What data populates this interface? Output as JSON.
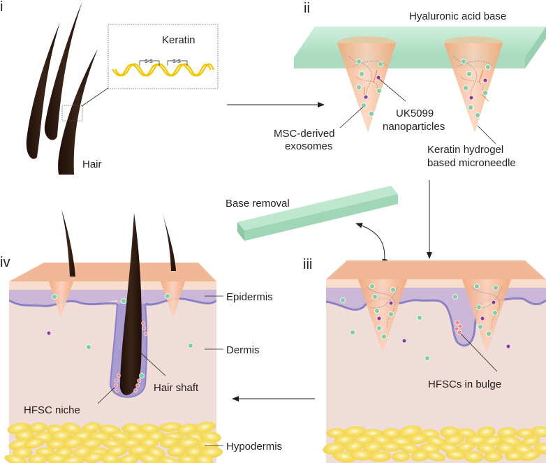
{
  "panels": {
    "i": "i",
    "ii": "ii",
    "iii": "iii",
    "iv": "iv"
  },
  "panel_i": {
    "keratin_title": "Keratin",
    "disulfide_label_1": "S-S",
    "disulfide_label_2": "S-S",
    "hair_label": "Hair"
  },
  "panel_ii": {
    "base_label": "Hyaluronic acid base",
    "nanoparticles_label_1": "UK5099",
    "nanoparticles_label_2": "nanoparticles",
    "exosomes_label_1": "MSC-derived",
    "exosomes_label_2": "exosomes",
    "microneedle_label_1": "Keratin  hydrogel",
    "microneedle_label_2": "based microneedle"
  },
  "panel_iii": {
    "base_removal_label": "Base removal",
    "bulge_label": "HFSCs in bulge"
  },
  "panel_iv": {
    "epidermis_label": "Epidermis",
    "dermis_label": "Dermis",
    "hypodermis_label": "Hypodermis",
    "hair_shaft_label": "Hair shaft",
    "niche_label": "HFSC  niche"
  },
  "colors": {
    "hair": "#2a1710",
    "keratin": "#f2c500",
    "ha_base": "#a8dcc0",
    "needle": "#f4b48c",
    "skin_top": "#f0b896",
    "epidermis": "#cbb8d8",
    "epidermis_line": "#8a82c4",
    "dermis": "#f0ddd8",
    "fat": "#f5dc60",
    "exosome": "#7fd0a8",
    "nanoparticle": "#8a3a9a",
    "hfsc": "#f08a8a"
  }
}
